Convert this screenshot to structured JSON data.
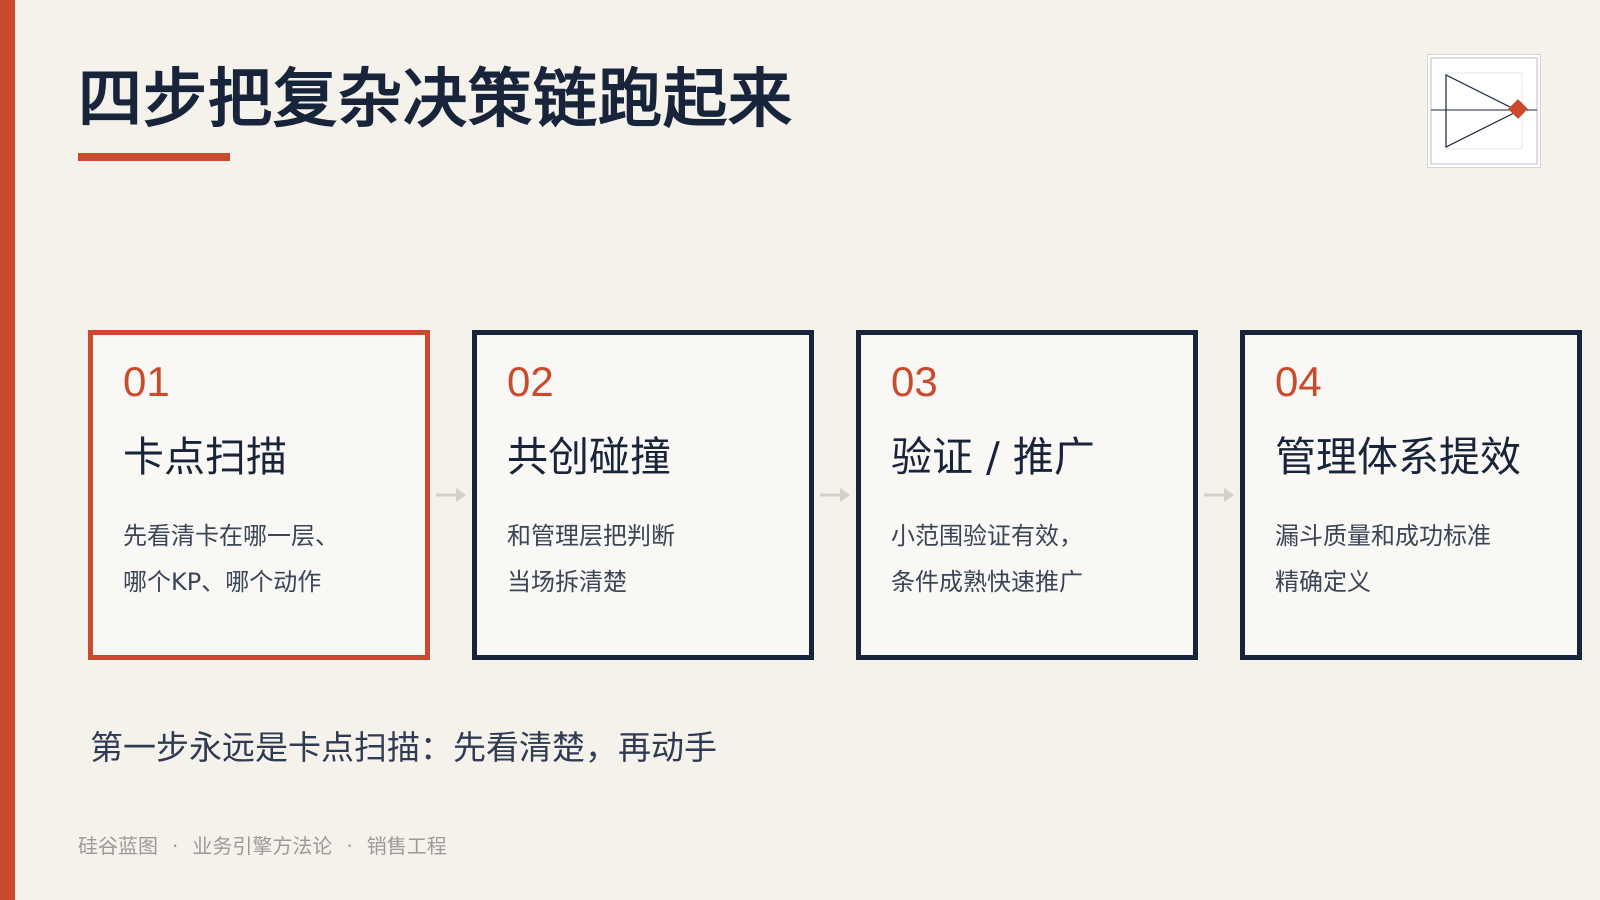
{
  "slide": {
    "title": "四步把复杂决策链跑起来",
    "summary": "第一步永远是卡点扫描：先看清楚，再动手"
  },
  "steps": [
    {
      "number": "01",
      "title": "卡点扫描",
      "desc_lines": [
        "先看清卡在哪一层、",
        "哪个KP、哪个动作"
      ],
      "highlighted": true
    },
    {
      "number": "02",
      "title": "共创碰撞",
      "desc_lines": [
        "和管理层把判断",
        "当场拆清楚"
      ],
      "highlighted": false
    },
    {
      "number": "03",
      "title": "验证 / 推广",
      "desc_lines": [
        "小范围验证有效，",
        "条件成熟快速推广"
      ],
      "highlighted": false
    },
    {
      "number": "04",
      "title": "管理体系提效",
      "desc_lines": [
        "漏斗质量和成功标准",
        "精确定义"
      ],
      "highlighted": false
    }
  ],
  "footer": {
    "items": [
      "硅谷蓝图",
      "业务引擎方法论",
      "销售工程"
    ],
    "separator": "·"
  },
  "colors": {
    "accent": "#c94a2d",
    "navy": "#17243a",
    "background": "#f5f2ec",
    "card_background": "#faf8f4",
    "arrow": "#d4d0c8",
    "footer_text": "#9a9a98"
  },
  "icons": {
    "logo": "triangle-diamond-logo-icon",
    "connector": "arrow-right-icon"
  }
}
